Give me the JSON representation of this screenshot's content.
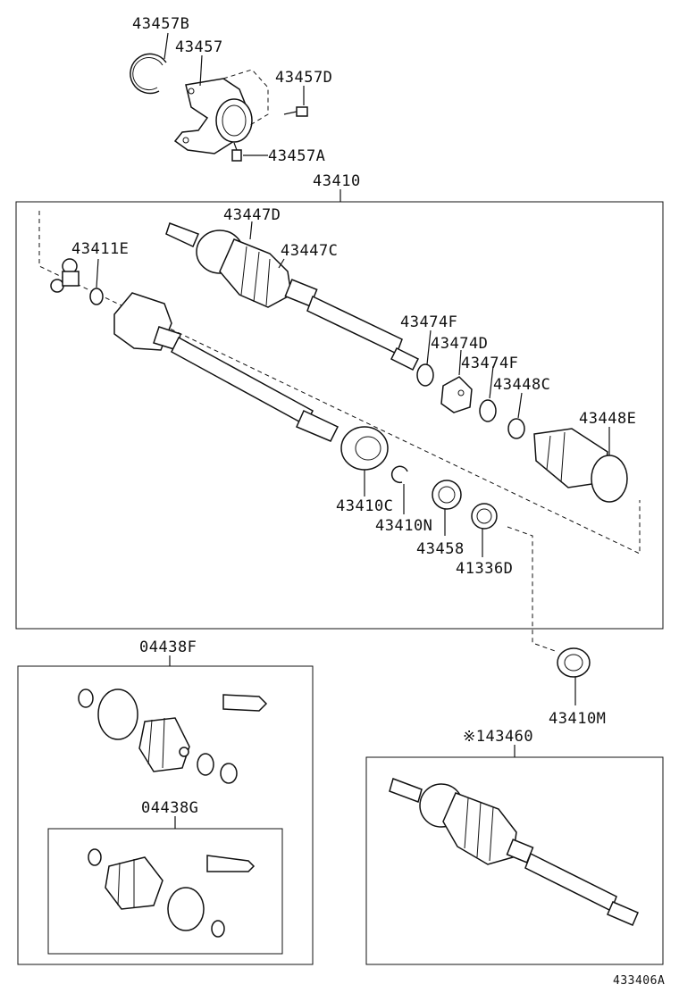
{
  "labels": {
    "p43457B": "43457B",
    "p43457": "43457",
    "p43457D": "43457D",
    "p43457A": "43457A",
    "p43410": "43410",
    "p43447D": "43447D",
    "p43411E": "43411E",
    "p43447C": "43447C",
    "p43474F_1": "43474F",
    "p43474D": "43474D",
    "p43474F_2": "43474F",
    "p43448C": "43448C",
    "p43448E": "43448E",
    "p43410C": "43410C",
    "p43410N": "43410N",
    "p43458": "43458",
    "p41336D": "41336D",
    "p04438F": "04438F",
    "p04438G": "04438G",
    "p43410M": "43410M",
    "p43460": "※143460",
    "ref": "433406A"
  }
}
